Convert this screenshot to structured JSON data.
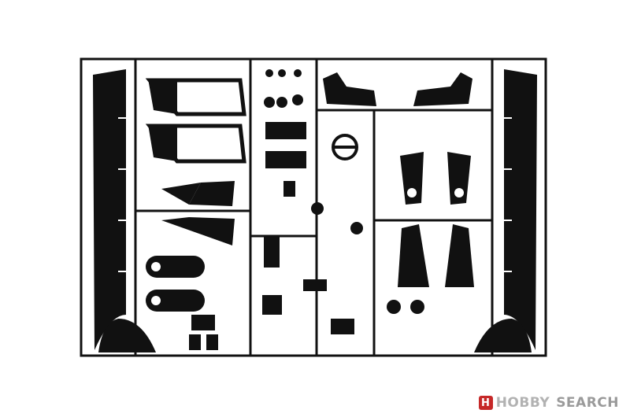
{
  "image": {
    "subject": "sprue",
    "part_color": "#111111",
    "background_color": "#ffffff"
  },
  "watermark": {
    "logo_letter": "H",
    "brand_part1": "HOBBY",
    "brand_part2": "SEARCH",
    "color": "#b8b8b8",
    "logo_color": "#c62828"
  }
}
